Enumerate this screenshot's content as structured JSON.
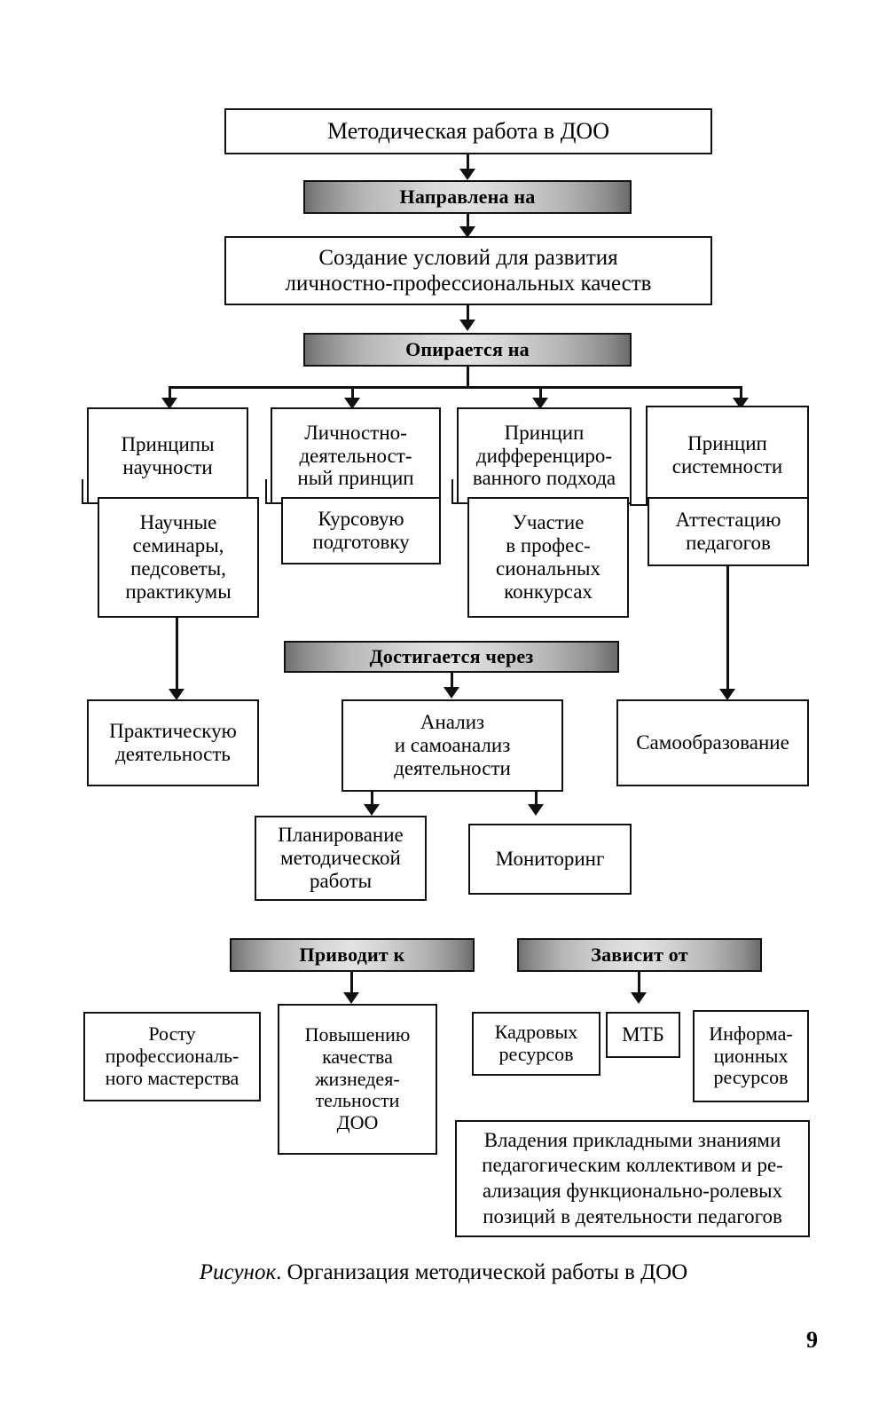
{
  "document": {
    "caption_prefix": "Рисунок",
    "caption_text": ". Организация методической работы в ДОО",
    "page_number": "9"
  },
  "diagram": {
    "title": "Организация методической работы в ДОО",
    "type": "flowchart",
    "root": "Методическая работа в ДОО",
    "connector_colors": {
      "banner_dark": "#6f6f6f",
      "banner_light": "#e2e2e2",
      "line": "#111111",
      "box_fill": "#ffffff"
    },
    "nodes": {
      "root": "Методическая работа в ДОО",
      "banner_aimed_at": "Направлена на",
      "conditions": "Создание условий для развития личностно-профессиональных качеств",
      "conditions_line1": "Создание условий для развития",
      "conditions_line2": "личностно-профессиональных качеств",
      "banner_relies_on": "Опирается на",
      "banner_achieved_through": "Достигается через",
      "banner_leads_to": "Приводит к",
      "banner_depends_on": "Зависит от",
      "practical_activity": "Практическую деятельность",
      "practical_activity_l1": "Практическую",
      "practical_activity_l2": "деятельность",
      "analysis": "Анализ и самоанализ деятельности",
      "analysis_l1": "Анализ",
      "analysis_l2": "и самоанализ",
      "analysis_l3": "деятельности",
      "self_education": "Самообразование",
      "planning": "Планирование методической работы",
      "planning_l1": "Планирование",
      "planning_l2": "методической",
      "planning_l3": "работы",
      "monitoring": "Мониторинг",
      "growth": "Росту профессионального мастерства",
      "growth_l1": "Росту",
      "growth_l2": "профессиональ-",
      "growth_l3": "ного мастерства",
      "quality": "Повышению качества жизнедеятельности ДОО",
      "quality_l1": "Повышению",
      "quality_l2": "качества",
      "quality_l3": "жизнедея-",
      "quality_l4": "тельности",
      "quality_l5": "ДОО",
      "hr_resources": "Кадровых ресурсов",
      "hr_resources_l1": "Кадровых",
      "hr_resources_l2": "ресурсов",
      "mtb": "МТБ",
      "info_resources": "Информационных ресурсов",
      "info_resources_l1": "Информа-",
      "info_resources_l2": "ционных",
      "info_resources_l3": "ресурсов",
      "applied_knowledge": "Владения прикладными знаниями педагогическим коллективом и реализация функционально-ролевых позиций в деятельности педагогов",
      "applied_knowledge_l1": "Владения прикладными знаниями",
      "applied_knowledge_l2": "педагогическим коллективом и ре-",
      "applied_knowledge_l3": "ализация функционально-ролевых",
      "applied_knowledge_l4": "позиций в деятельности педагогов"
    },
    "principles": [
      {
        "id": "scientific",
        "label": "Принципы научности",
        "line1": "Принципы",
        "line2": "научности",
        "line3": "",
        "sub_label": "Научные семинары, педсоветы, практикумы",
        "sub_l1": "Научные",
        "sub_l2": "семинары,",
        "sub_l3": "педсоветы,",
        "sub_l4": "практикумы"
      },
      {
        "id": "personal-activity",
        "label": "Личностно-деятельностный принцип",
        "line1": "Личностно-",
        "line2": "деятельност-",
        "line3": "ный принцип",
        "sub_label": "Курсовую подготовку",
        "sub_l1": "Курсовую",
        "sub_l2": "подготовку",
        "sub_l3": "",
        "sub_l4": ""
      },
      {
        "id": "differentiated",
        "label": "Принцип дифференцированного подхода",
        "line1": "Принцип",
        "line2": "дифференциро-",
        "line3": "ванного подхода",
        "sub_label": "Участие в профессиональных конкурсах",
        "sub_l1": "Участие",
        "sub_l2": "в профес-",
        "sub_l3": "сиональных",
        "sub_l4": "конкурсах"
      },
      {
        "id": "systemic",
        "label": "Принцип системности",
        "line1": "Принцип",
        "line2": "системности",
        "line3": "",
        "sub_label": "Аттестацию педагогов",
        "sub_l1": "Аттестацию",
        "sub_l2": "педагогов",
        "sub_l3": "",
        "sub_l4": ""
      }
    ]
  }
}
